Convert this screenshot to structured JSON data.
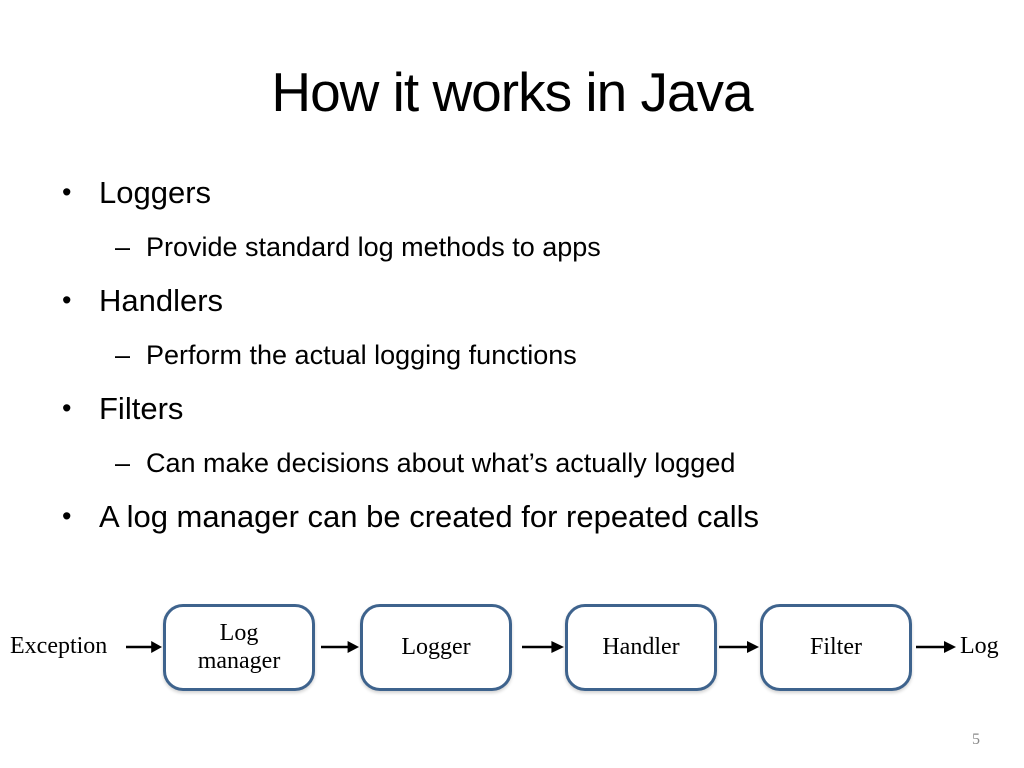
{
  "slide": {
    "title": "How it works in Java",
    "page_number": "5"
  },
  "chars": {
    "bullet": "•",
    "dash": "–"
  },
  "bullets": [
    {
      "level": 1,
      "text": "Loggers"
    },
    {
      "level": 2,
      "text": "Provide standard log methods to apps"
    },
    {
      "level": 1,
      "text": "Handlers"
    },
    {
      "level": 2,
      "text": "Perform the actual logging functions"
    },
    {
      "level": 1,
      "text": "Filters"
    },
    {
      "level": 2,
      "text": "Can make decisions about what’s actually logged"
    },
    {
      "level": 1,
      "text": "A log manager can be created for repeated calls"
    }
  ],
  "diagram": {
    "input_label": "Exception",
    "boxes": [
      "Log manager",
      "Logger",
      "Handler",
      "Filter"
    ],
    "output_label": "Log"
  },
  "colors": {
    "box_border": "#3E638D",
    "page_number_gray": "#8A8A8A",
    "text": "#000000",
    "background": "#FFFFFF"
  }
}
